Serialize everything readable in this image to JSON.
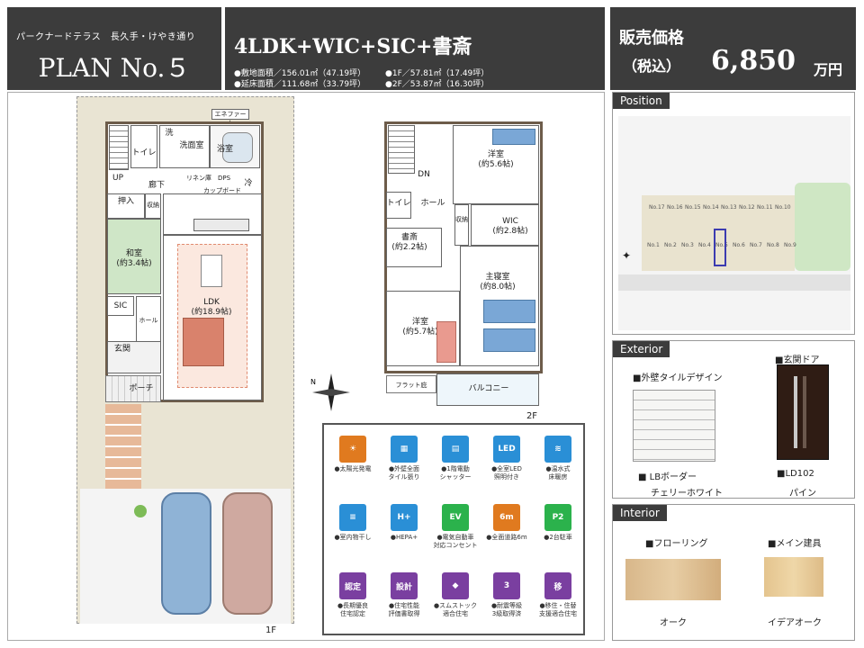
{
  "header": {
    "subtitle": "パークナードテラス　長久手・けやき通り",
    "plan": "PLAN No.５",
    "title": "4LDK+WIC+SIC+書斎",
    "site_area": "●敷地面積／156.01㎡（47.19坪）",
    "floor_area": "●延床面積／111.68㎡（33.79坪）",
    "f1_area": "●1F／57.81㎡（17.49坪）",
    "f2_area": "●2F／53.87㎡（16.30坪）",
    "price_label1": "販売価格",
    "price_label2": "（税込）",
    "price": "6,850",
    "price_unit": "万円"
  },
  "plan1f": {
    "floor_label": "1F",
    "ecofarm": "エネファーム",
    "toilet": "トイレ",
    "wash": "洗",
    "washroom": "洗面室",
    "bath": "浴室",
    "corridor": "廊下",
    "linen": "リネン庫",
    "dps": "DPS",
    "cupboard": "カップボード",
    "fridge": "冷",
    "up": "UP",
    "oshiire": "押入",
    "storage": "収納",
    "washitsu": "和室\n(約3.4帖)",
    "ldk": "LDK\n(約18.9帖)",
    "sic": "SIC",
    "hall": "ホール",
    "genkan": "玄関",
    "porch": "ポーチ"
  },
  "plan2f": {
    "floor_label": "2F",
    "dn": "DN",
    "western1": "洋室\n(約5.6帖)",
    "toilet": "トイレ",
    "hall": "ホール",
    "study": "書斎\n(約2.2帖)",
    "wic": "WIC\n(約2.8帖)",
    "master": "主寝室\n(約8.0帖)",
    "western2": "洋室\n(約5.7帖)",
    "flat": "フラット庇",
    "balcony": "バルコニー",
    "storage": "収納"
  },
  "position": {
    "heading": "Position",
    "lots": [
      "No.17",
      "No.16",
      "No.15",
      "No.14",
      "No.13",
      "No.12",
      "No.11",
      "No.10",
      "No.1",
      "No.2",
      "No.3",
      "No.4",
      "No.5",
      "No.6",
      "No.7",
      "No.8",
      "No.9"
    ]
  },
  "exterior": {
    "heading": "Exterior",
    "tile_label": "■外壁タイルデザイン",
    "tile_name": "■ LBボーダー",
    "tile_color": "チェリーホワイト",
    "door_label": "■玄関ドア",
    "door_name": "■LD102",
    "door_color": "パイン"
  },
  "interior": {
    "heading": "Interior",
    "floor_label": "■フローリング",
    "floor_name": "オーク",
    "fitting_label": "■メイン建具",
    "fitting_name": "イデアオーク"
  },
  "features": [
    {
      "label": "●太陽光発電",
      "color": "#e07a1f",
      "icon": "solar-icon",
      "glyph": "☀"
    },
    {
      "label": "●外壁全面\nタイル張り",
      "color": "#2a8fd6",
      "icon": "tile-wall-icon",
      "glyph": "▦"
    },
    {
      "label": "●1階電動\nシャッター",
      "color": "#2a8fd6",
      "icon": "shutter-icon",
      "glyph": "▤"
    },
    {
      "label": "●全室LED\n照明付き",
      "color": "#2a8fd6",
      "icon": "led-icon",
      "glyph": "LED"
    },
    {
      "label": "●温水式\n床暖房",
      "color": "#2a8fd6",
      "icon": "floor-heat-icon",
      "glyph": "≋"
    },
    {
      "label": "●室内物干し",
      "color": "#2a8fd6",
      "icon": "drying-icon",
      "glyph": "≡"
    },
    {
      "label": "●HEPA+",
      "color": "#2a8fd6",
      "icon": "hepa-icon",
      "glyph": "H+"
    },
    {
      "label": "●電気自動車\n対応コンセント",
      "color": "#2bb24c",
      "icon": "ev-icon",
      "glyph": "EV"
    },
    {
      "label": "●全面道路6m",
      "color": "#e07a1f",
      "icon": "road-icon",
      "glyph": "6m"
    },
    {
      "label": "●2台駐車",
      "color": "#2bb24c",
      "icon": "parking-icon",
      "glyph": "P2"
    },
    {
      "label": "●長期優良\n住宅認定",
      "color": "#7a3fa0",
      "icon": "certified-icon",
      "glyph": "認定"
    },
    {
      "label": "●住宅性能\n評価書取得",
      "color": "#7a3fa0",
      "icon": "performance-icon",
      "glyph": "設計"
    },
    {
      "label": "●スムストック\n適合住宅",
      "color": "#7a3fa0",
      "icon": "sumstock-icon",
      "glyph": "◆"
    },
    {
      "label": "●耐震等級\n3級取得済",
      "color": "#7a3fa0",
      "icon": "seismic-icon",
      "glyph": "3"
    },
    {
      "label": "●移住・住替\n支援適合住宅",
      "color": "#7a3fa0",
      "icon": "relocation-icon",
      "glyph": "移"
    }
  ]
}
